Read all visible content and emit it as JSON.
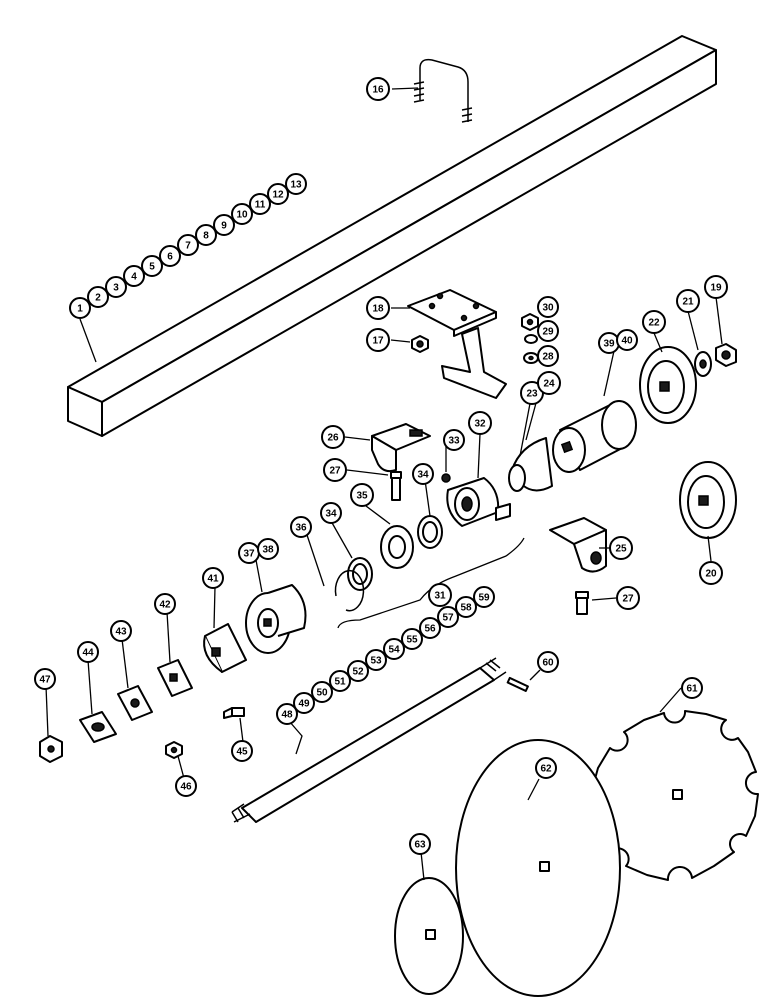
{
  "diagram": {
    "type": "exploded-parts-view",
    "callouts": [
      {
        "id": "c1",
        "label": "1"
      },
      {
        "id": "c2",
        "label": "2"
      },
      {
        "id": "c3",
        "label": "3"
      },
      {
        "id": "c4",
        "label": "4"
      },
      {
        "id": "c5",
        "label": "5"
      },
      {
        "id": "c6",
        "label": "6"
      },
      {
        "id": "c7",
        "label": "7"
      },
      {
        "id": "c8",
        "label": "8"
      },
      {
        "id": "c9",
        "label": "9"
      },
      {
        "id": "c10",
        "label": "10"
      },
      {
        "id": "c11",
        "label": "11"
      },
      {
        "id": "c12",
        "label": "12"
      },
      {
        "id": "c13",
        "label": "13"
      },
      {
        "id": "c16",
        "label": "16"
      },
      {
        "id": "c17",
        "label": "17"
      },
      {
        "id": "c18",
        "label": "18"
      },
      {
        "id": "c19",
        "label": "19"
      },
      {
        "id": "c20",
        "label": "20"
      },
      {
        "id": "c21",
        "label": "21"
      },
      {
        "id": "c22",
        "label": "22"
      },
      {
        "id": "c23",
        "label": "23"
      },
      {
        "id": "c24",
        "label": "24"
      },
      {
        "id": "c25",
        "label": "25"
      },
      {
        "id": "c26",
        "label": "26"
      },
      {
        "id": "c27a",
        "label": "27"
      },
      {
        "id": "c27b",
        "label": "27"
      },
      {
        "id": "c28",
        "label": "28"
      },
      {
        "id": "c29",
        "label": "29"
      },
      {
        "id": "c30",
        "label": "30"
      },
      {
        "id": "c31",
        "label": "31"
      },
      {
        "id": "c32",
        "label": "32"
      },
      {
        "id": "c33",
        "label": "33"
      },
      {
        "id": "c34a",
        "label": "34"
      },
      {
        "id": "c34b",
        "label": "34"
      },
      {
        "id": "c35",
        "label": "35"
      },
      {
        "id": "c36",
        "label": "36"
      },
      {
        "id": "c37",
        "label": "37"
      },
      {
        "id": "c38",
        "label": "38"
      },
      {
        "id": "c39",
        "label": "39"
      },
      {
        "id": "c40",
        "label": "40"
      },
      {
        "id": "c41",
        "label": "41"
      },
      {
        "id": "c42",
        "label": "42"
      },
      {
        "id": "c43",
        "label": "43"
      },
      {
        "id": "c44",
        "label": "44"
      },
      {
        "id": "c45",
        "label": "45"
      },
      {
        "id": "c46",
        "label": "46"
      },
      {
        "id": "c47",
        "label": "47"
      },
      {
        "id": "c48",
        "label": "48"
      },
      {
        "id": "c49",
        "label": "49"
      },
      {
        "id": "c50",
        "label": "50"
      },
      {
        "id": "c51",
        "label": "51"
      },
      {
        "id": "c52",
        "label": "52"
      },
      {
        "id": "c53",
        "label": "53"
      },
      {
        "id": "c54",
        "label": "54"
      },
      {
        "id": "c55",
        "label": "55"
      },
      {
        "id": "c56",
        "label": "56"
      },
      {
        "id": "c57",
        "label": "57"
      },
      {
        "id": "c58",
        "label": "58"
      },
      {
        "id": "c59",
        "label": "59"
      },
      {
        "id": "c60",
        "label": "60"
      },
      {
        "id": "c61",
        "label": "61"
      },
      {
        "id": "c62",
        "label": "62"
      },
      {
        "id": "c63",
        "label": "63"
      }
    ]
  }
}
